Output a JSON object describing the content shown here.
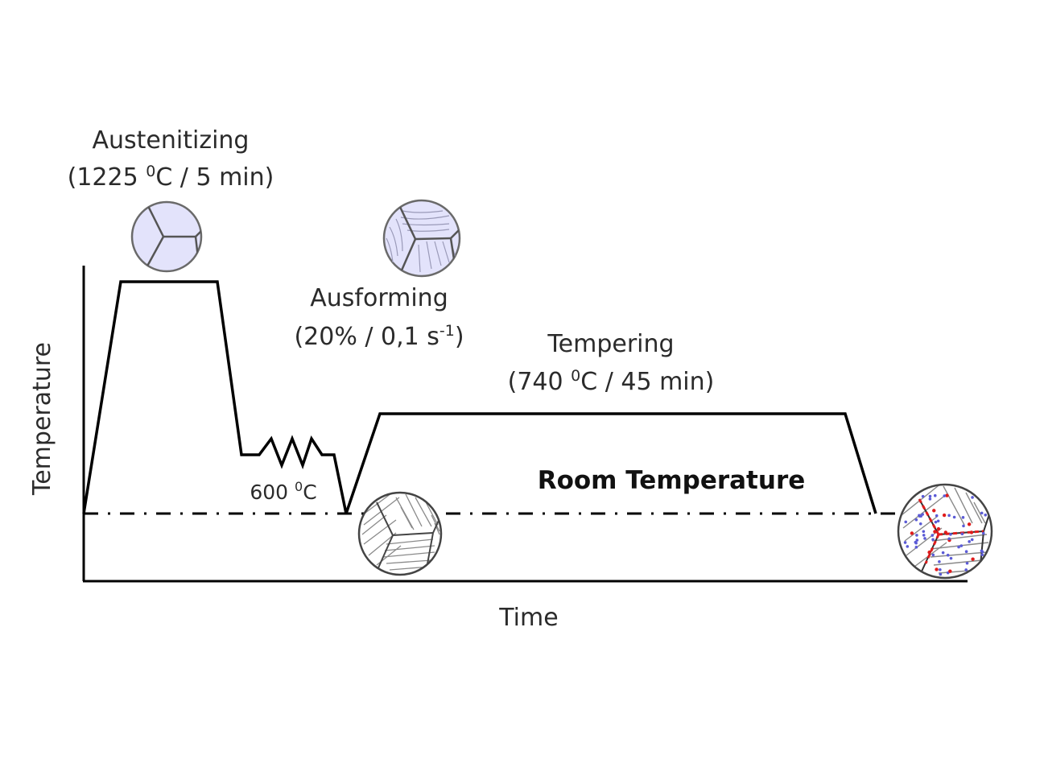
{
  "diagram": {
    "type": "heat-treatment-schedule",
    "axes": {
      "x_label": "Time",
      "y_label": "Temperature"
    },
    "stages": [
      {
        "id": "austenitizing",
        "title": "Austenitizing",
        "params_prefix": "(1225 ",
        "params_sup": "0",
        "params_suffix": "C / 5 min)"
      },
      {
        "id": "ausforming",
        "title": "Ausforming",
        "params_prefix": "(20% / 0,1 s",
        "params_sup": "-1",
        "params_suffix": ")"
      },
      {
        "id": "tempering",
        "title": "Tempering",
        "params_prefix": "(740 ",
        "params_sup": "0",
        "params_suffix": "C / 45 min)"
      }
    ],
    "annotations": {
      "deformation_temp_prefix": "600 ",
      "deformation_temp_sup": "0",
      "deformation_temp_suffix": "C",
      "room_temperature": "Room Temperature"
    },
    "microstructures": [
      {
        "id": "austenite",
        "description_icon": "equiaxed-grains-icon"
      },
      {
        "id": "deformed-austenite",
        "description_icon": "deformed-grains-icon"
      },
      {
        "id": "martensite",
        "description_icon": "lath-martensite-icon"
      },
      {
        "id": "tempered-martensite",
        "description_icon": "tempered-martensite-precipitates-icon"
      }
    ],
    "colors": {
      "line": "#000000",
      "text": "#2b2b2b",
      "grain_fill": "#e3e3fb",
      "grain_boundary": "#555555",
      "precipitate_blue": "#5b5bd6",
      "precipitate_red": "#e01c1c"
    }
  }
}
